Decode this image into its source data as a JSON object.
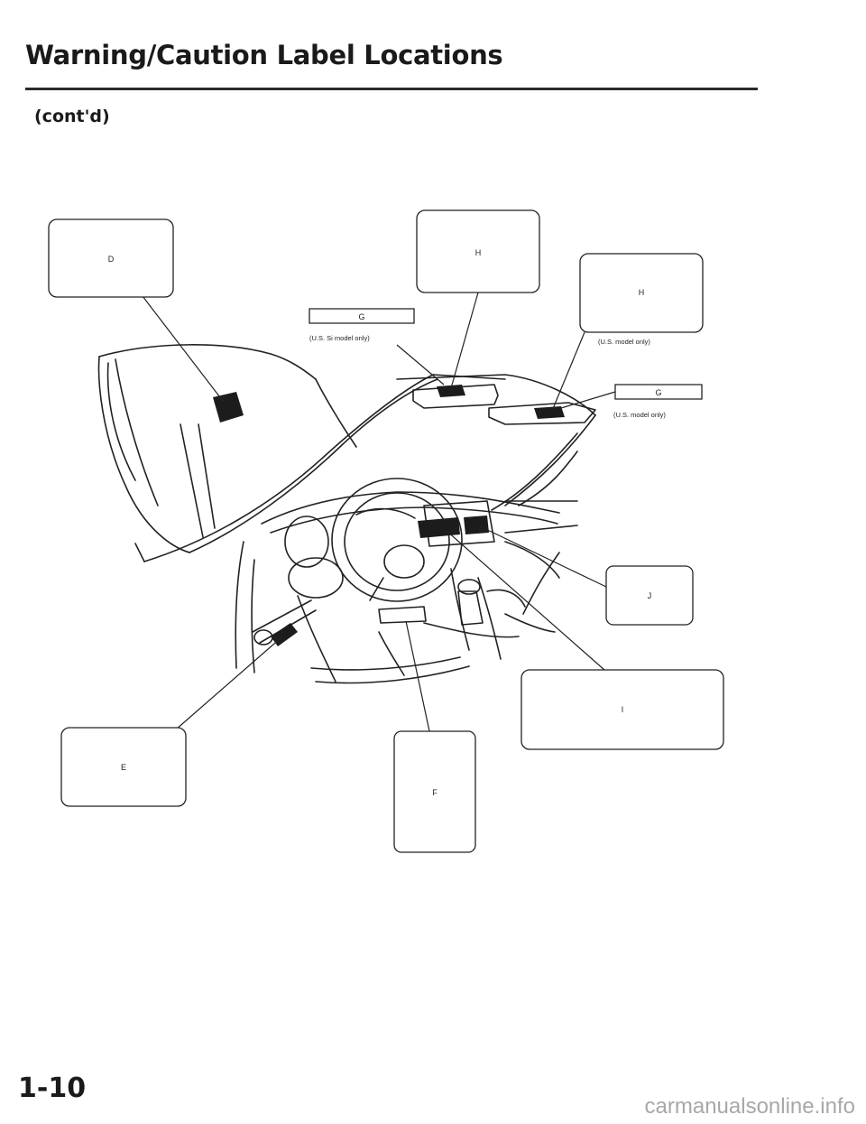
{
  "header": {
    "title": "Warning/Caution Label Locations",
    "subtitle": "(cont'd)"
  },
  "labels": {
    "D": "D",
    "H_visor_left": "H",
    "H_visor_right": "H",
    "G_left": "G",
    "G_right": "G",
    "J": "J",
    "I": "I",
    "E": "E",
    "F": "F"
  },
  "notes": {
    "g_left_note": "(U.S. Si model only)",
    "h_right_note": "(U.S. model only)",
    "g_right_note": "(U.S. model only)"
  },
  "footer": {
    "page_number": "1-10",
    "watermark": "carmanualsonline.info"
  }
}
